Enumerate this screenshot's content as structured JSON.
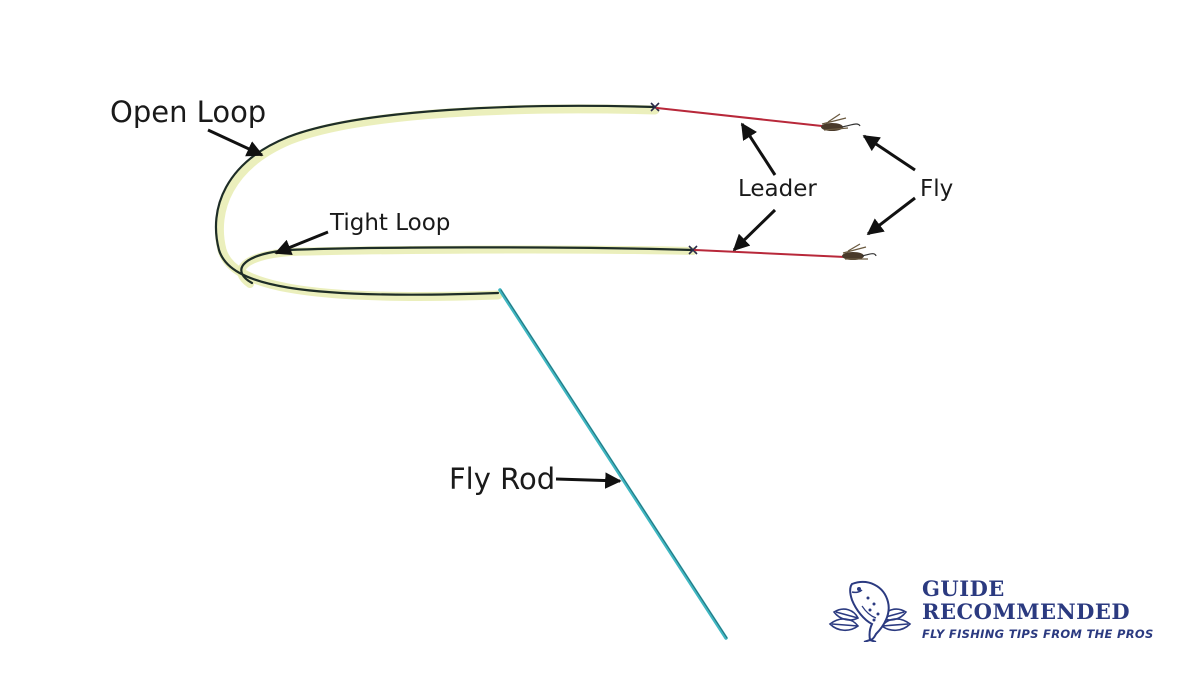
{
  "labels": {
    "open_loop": "Open Loop",
    "tight_loop": "Tight Loop",
    "leader": "Leader",
    "fly": "Fly",
    "fly_rod": "Fly Rod"
  },
  "logo": {
    "line1": "GUIDE",
    "line2": "RECOMMENDED",
    "tagline": "FLY FISHING TIPS FROM THE PROS"
  },
  "colors": {
    "fly_line": "#1e2d27",
    "line_highlight": "#e7ecb0",
    "leader": "#b8283a",
    "rod": "#3fb7c2",
    "arrow": "#111111",
    "logo": "#2b3a80"
  }
}
